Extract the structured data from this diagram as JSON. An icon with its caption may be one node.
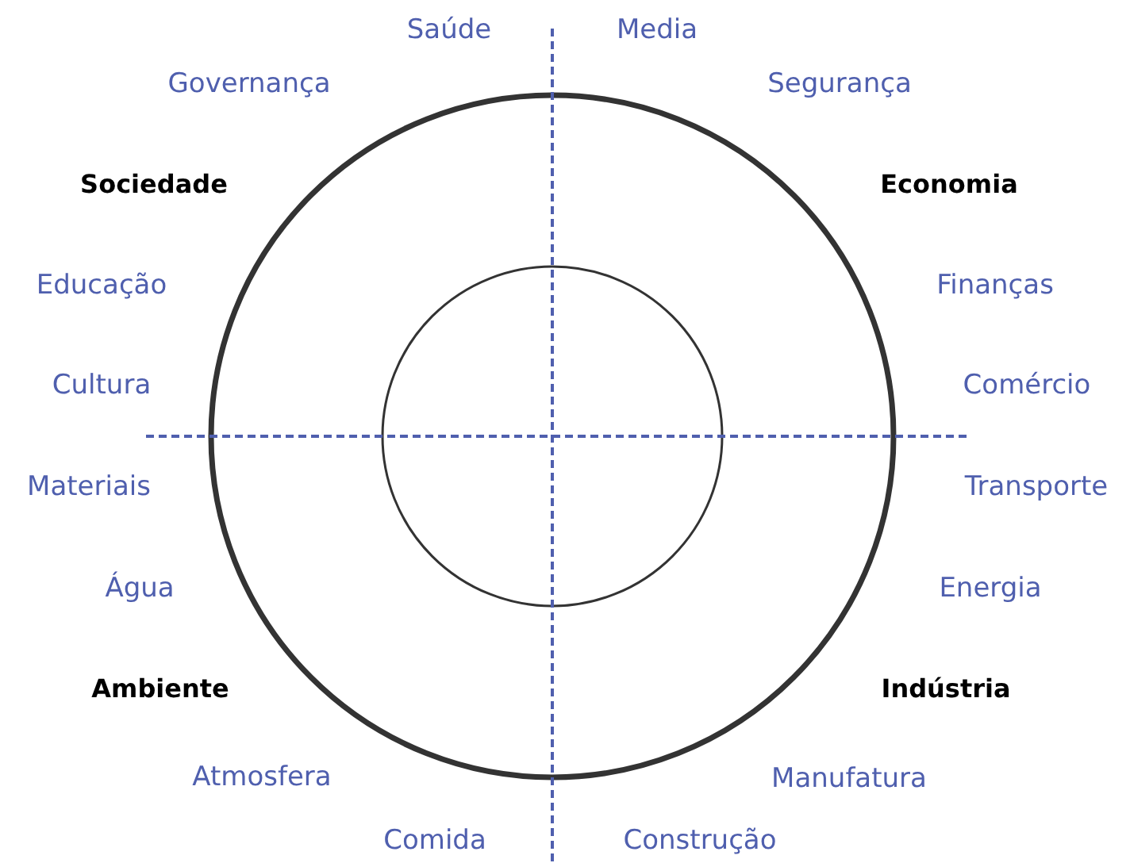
{
  "diagram": {
    "labels": [
      "Saúde",
      "Media",
      "Governança",
      "Segurança",
      "Sociedade",
      "Economia",
      "Educação",
      "Finanças",
      "Cultura",
      "Comércio",
      "Materiais",
      "Transporte",
      "Água",
      "Energia",
      "Ambiente",
      "Indústria",
      "Atmosfera",
      "Manufatura",
      "Comida",
      "Construção"
    ]
  }
}
